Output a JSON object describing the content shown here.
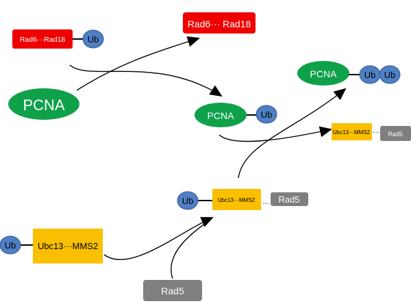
{
  "title": "PCNA ubiquitination pathway",
  "colors": {
    "rad6_complex": "#ee0000",
    "pcna": "#0fa14a",
    "ub": "#4f7fc3",
    "ubc13_complex": "#f9bf00",
    "rad5": "#7f7f7f",
    "arrow": "#000000"
  },
  "nodes": {
    "rad6_ub_complex": "Rad6···Rad18",
    "rad6_ub": "Ub",
    "rad6_free": "Rad6··· Rad18",
    "pcna_start": "PCNA",
    "pcna_mono": "PCNA",
    "pcna_mono_ub": "Ub",
    "pcna_poly": "PCNA",
    "pcna_poly_ub1": "Ub",
    "pcna_poly_ub2": "Ub",
    "ubc13_free": "Ubc13···MMS2",
    "ubc13_free_dots": "···",
    "rad5_free_final": "Rad5",
    "ubc13_ub_start": "Ubc13···MMS2",
    "ubc13_ub_start_ub": "Ub",
    "ubc13_mid": "Ubc13···MMS2",
    "ubc13_mid_ub": "Ub",
    "ubc13_mid_dots": "...",
    "rad5_mid": "Rad5",
    "rad5_start": "Rad5"
  }
}
